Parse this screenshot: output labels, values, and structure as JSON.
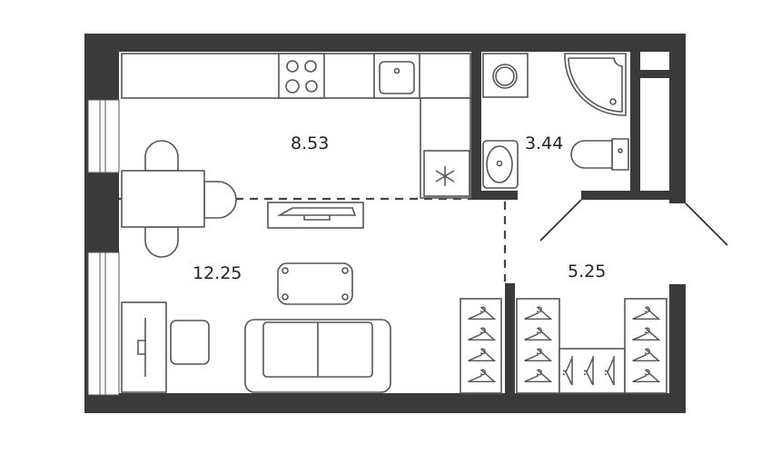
{
  "plan": {
    "rooms": [
      {
        "name": "kitchen",
        "area": "8.53"
      },
      {
        "name": "bathroom",
        "area": "3.44"
      },
      {
        "name": "living",
        "area": "12.25"
      },
      {
        "name": "hall",
        "area": "5.25"
      }
    ],
    "colors": {
      "wall": "#3a3a3a",
      "line": "#555555"
    }
  }
}
